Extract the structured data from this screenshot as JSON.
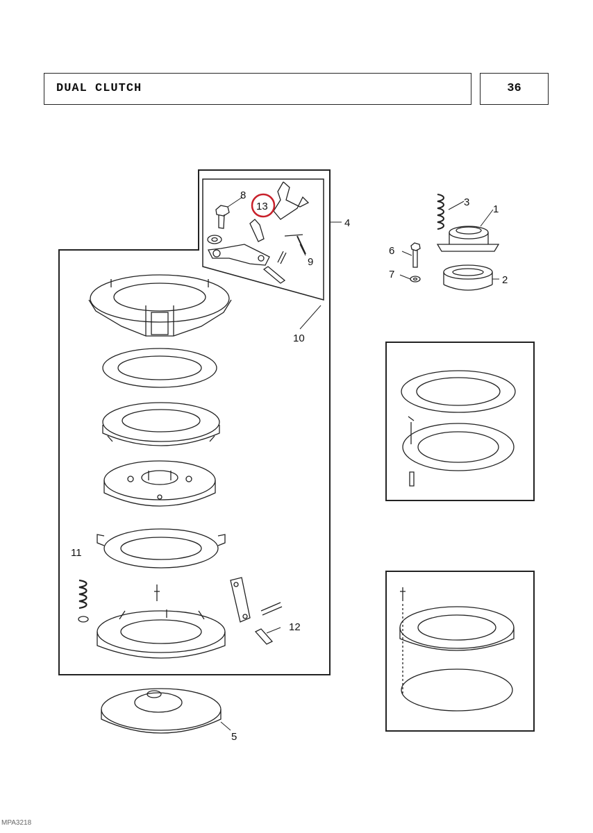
{
  "header": {
    "title": "DUAL CLUTCH",
    "page_number": "36"
  },
  "footer": {
    "code": "MPA3218"
  },
  "callouts": {
    "c1": "1",
    "c2": "2",
    "c3": "3",
    "c4": "4",
    "c5": "5",
    "c6": "6",
    "c7": "7",
    "c8": "8",
    "c9": "9",
    "c10": "10",
    "c11": "11",
    "c12": "12",
    "c13": "13"
  },
  "highlight_color": "#c8202a"
}
